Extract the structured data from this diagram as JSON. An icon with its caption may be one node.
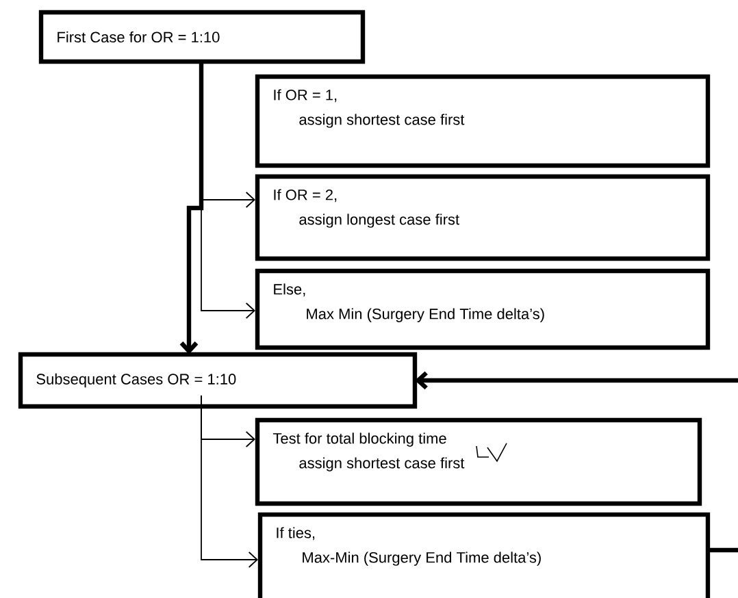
{
  "diagram": {
    "nodes": [
      {
        "text": [
          "First Case for OR = 1:10"
        ]
      },
      {
        "text": [
          "If OR = 1,",
          "assign shortest case first"
        ]
      },
      {
        "text": [
          "If OR = 2,",
          "assign longest case first"
        ]
      },
      {
        "text": [
          "Else,",
          "Max Min (Surgery End Time delta’s)"
        ]
      },
      {
        "text": [
          "Subsequent Cases OR = 1:10"
        ]
      },
      {
        "text": [
          "Test for total blocking time",
          "assign shortest case first"
        ]
      },
      {
        "text": [
          "If ties,",
          "Max-Min (Surgery End Time delta’s)"
        ]
      }
    ],
    "edges": [
      {
        "from": 0,
        "to": 2,
        "arrow": "to"
      },
      {
        "from": 0,
        "to": 3,
        "arrow": "to"
      },
      {
        "from": 0,
        "to": 4,
        "arrow": "to",
        "style": "thick"
      },
      {
        "from": 4,
        "to": 5,
        "arrow": "to"
      },
      {
        "from": 4,
        "to": 6,
        "arrow": "to"
      },
      {
        "from": null,
        "to": 4,
        "arrow": "to",
        "style": "thick"
      },
      {
        "from": 6,
        "to": null,
        "arrow": "none",
        "style": "thick"
      }
    ]
  }
}
